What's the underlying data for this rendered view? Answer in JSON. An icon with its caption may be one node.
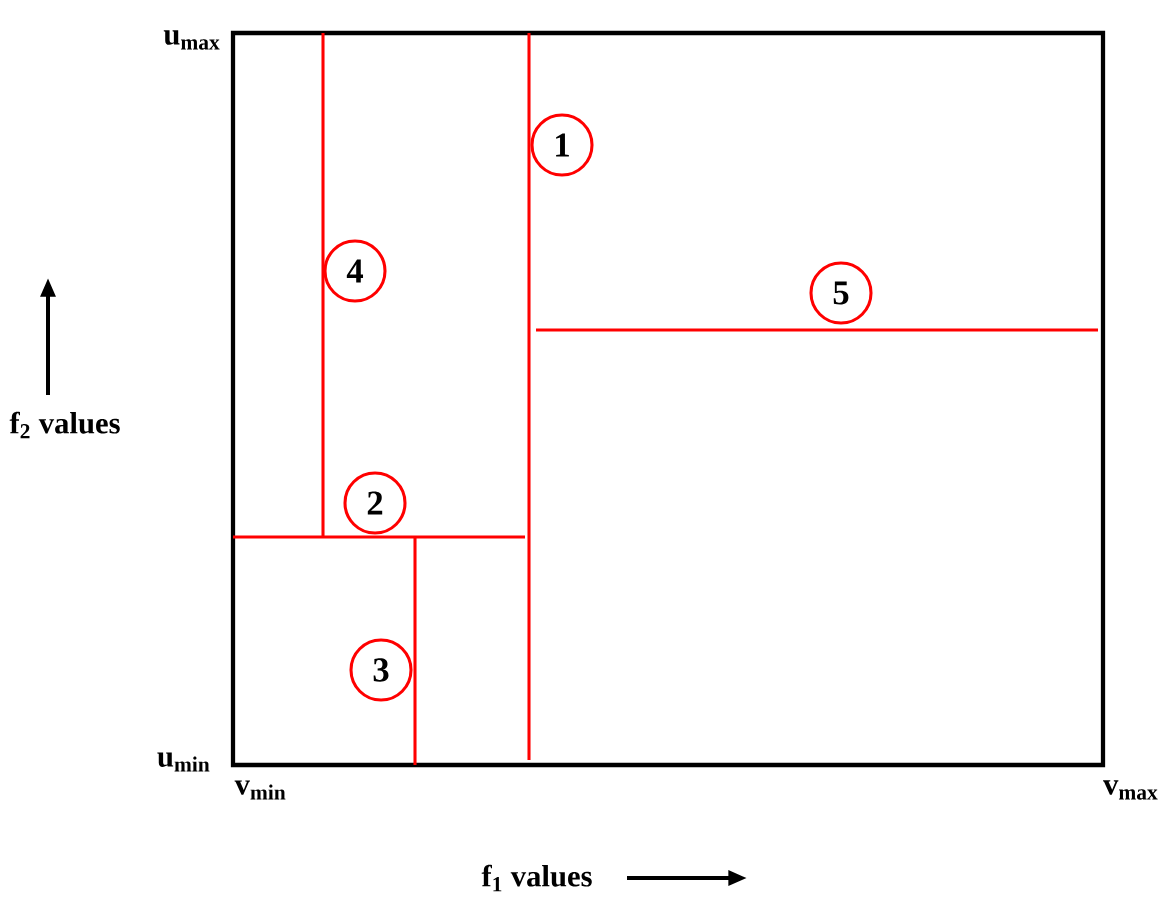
{
  "diagram": {
    "nodes": [
      {
        "text": [
          "1"
        ]
      },
      {
        "text": [
          "4"
        ]
      },
      {
        "text": [
          "5"
        ]
      },
      {
        "text": [
          "2"
        ]
      },
      {
        "text": [
          "3"
        ]
      }
    ],
    "labels": [
      "u$_{max}$",
      "f$_{2}$ values",
      "u$_{min}$",
      "v$_{min}$",
      "v$_{max}$",
      "f$_{1}$ values"
    ]
  }
}
